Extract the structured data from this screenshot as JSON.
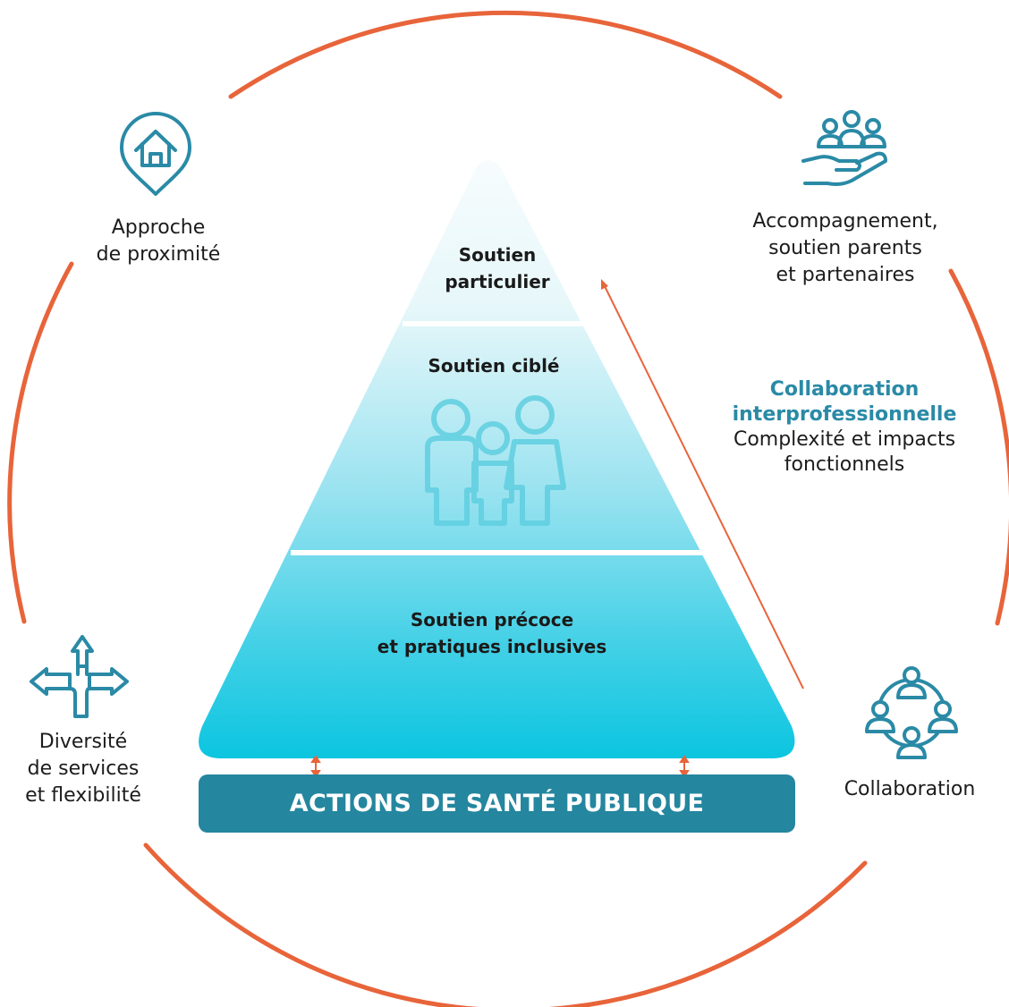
{
  "pyramid": {
    "top": [
      "Soutien",
      "particulier"
    ],
    "middle": "Soutien ciblé",
    "bottom": [
      "Soutien précoce",
      "et pratiques inclusives"
    ],
    "base": "ACTIONS DE SANTÉ PUBLIQUE"
  },
  "features": {
    "proximity": [
      "Approche",
      "de proximité"
    ],
    "support": [
      "Accompagnement,",
      "soutien parents",
      "et partenaires"
    ],
    "diversity": [
      "Diversité",
      "de services",
      "et flexibilité"
    ],
    "collaboration": "Collaboration"
  },
  "gradient": {
    "title": [
      "Collaboration",
      "interprofessionnelle"
    ],
    "text": [
      "Complexité et impacts",
      "fonctionnels"
    ]
  },
  "colors": {
    "ring": "#e8643a",
    "icon": "#2a8aa6",
    "base": "#24869f",
    "pyramid_top": "#f6fcfd",
    "pyramid_bottom": "#0fc6e1"
  },
  "icons": {
    "proximity": "house-location-pin-icon",
    "support": "group-in-hand-icon",
    "diversity": "crossroads-arrows-icon",
    "collaboration": "people-network-icon",
    "family": "family-icon"
  }
}
